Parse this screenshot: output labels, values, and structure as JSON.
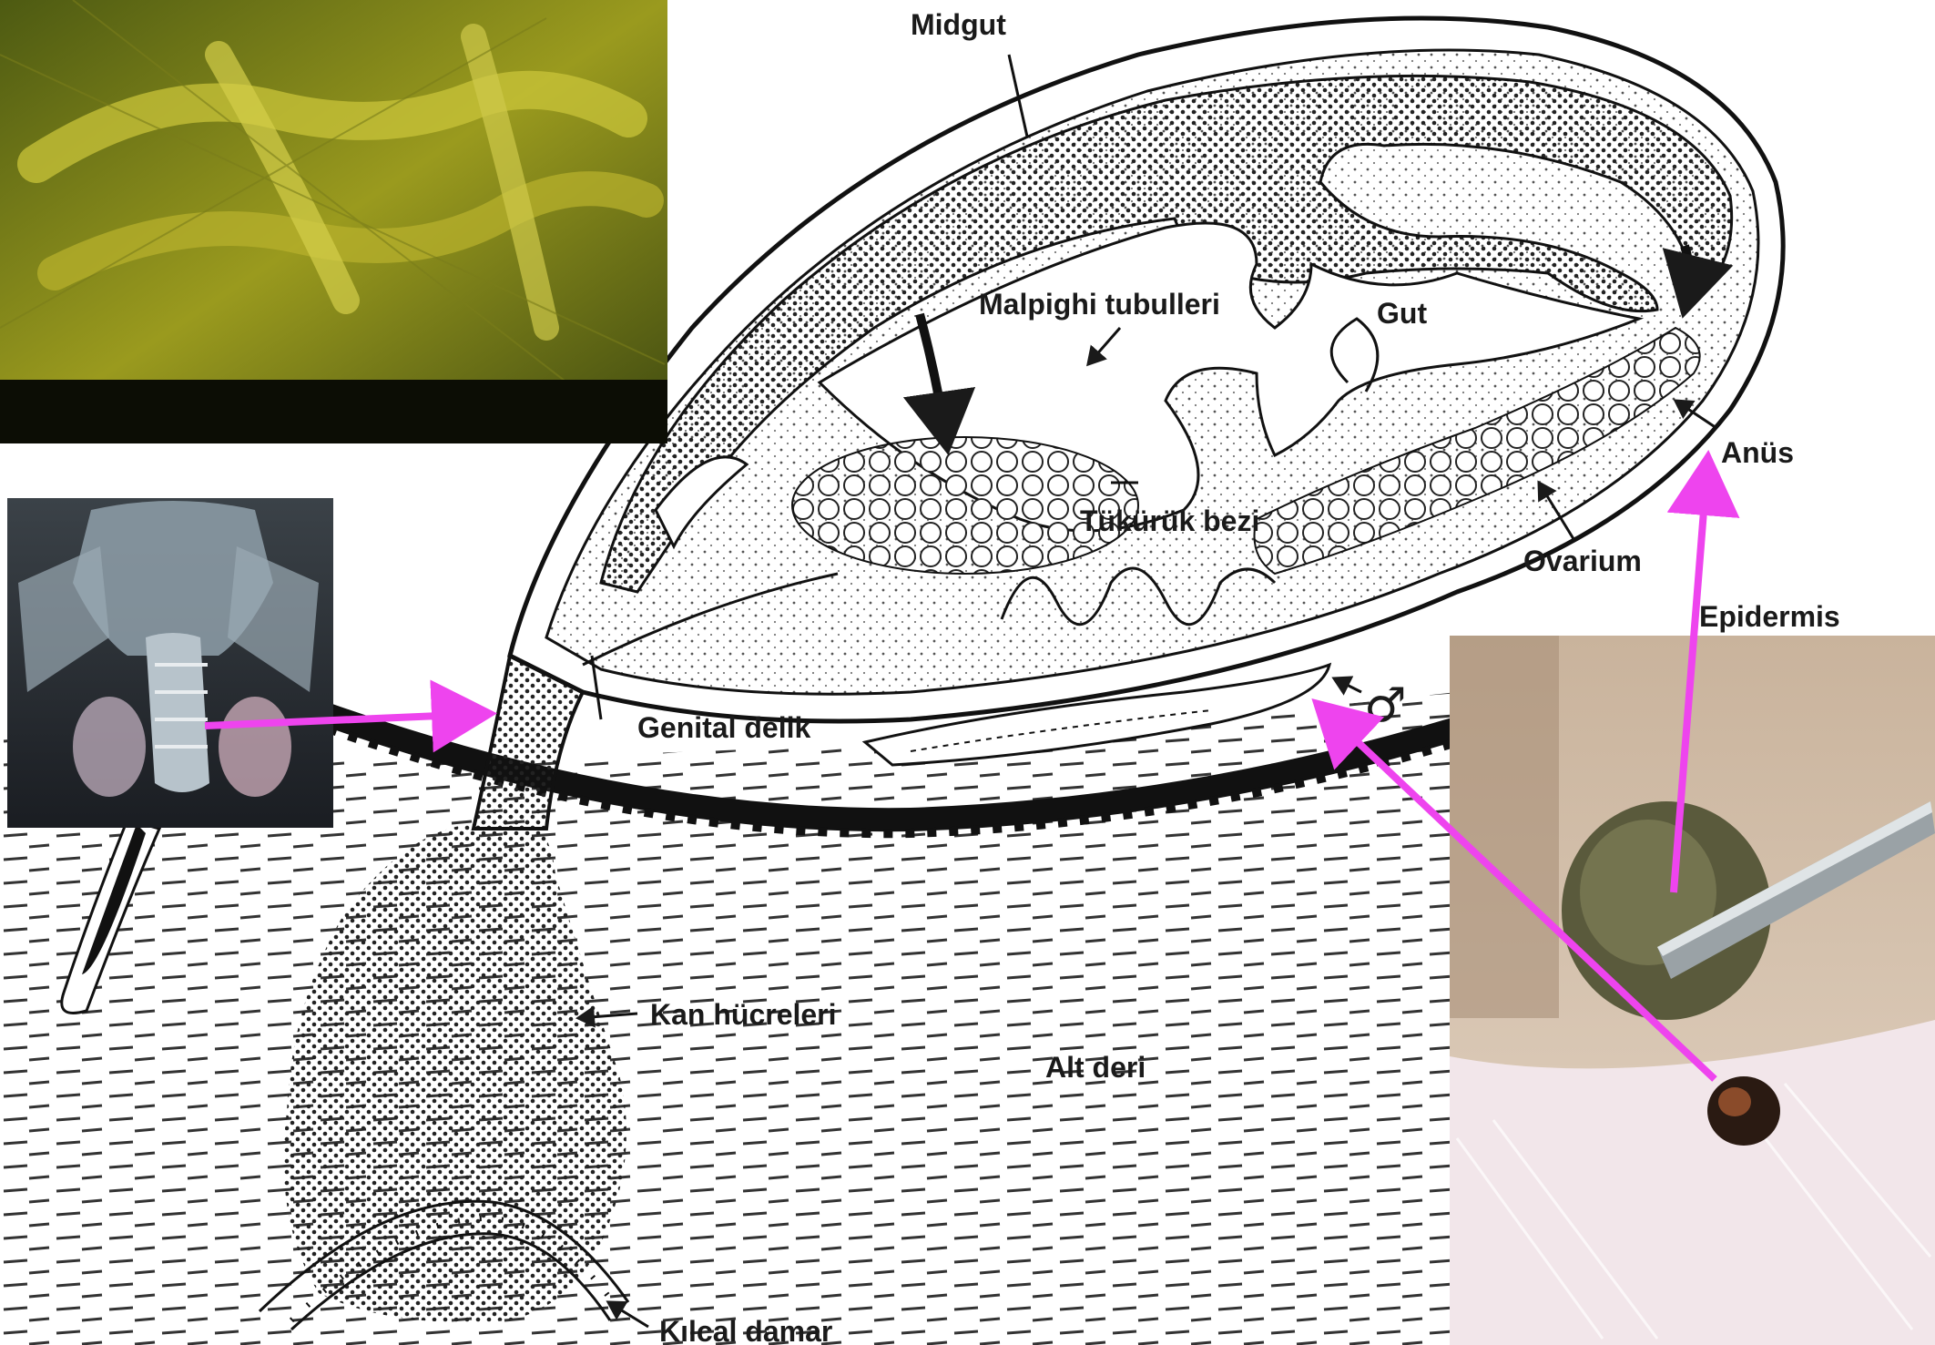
{
  "labels": {
    "midgut": "Midgut",
    "malpighi": "Malpighi tubulleri",
    "gut": "Gut",
    "anus": "Anüs",
    "tukuruk": "Tükürük bezi",
    "ovarium": "Ovarium",
    "epidermis": "Epidermis",
    "genital": "Genital delik",
    "male_symbol": "♂",
    "kan": "Kan hücreleri",
    "alt_deri": "Alt deri",
    "kilcal": "Kılcal damar"
  },
  "photos": {
    "top_left": "tick-legs-micrograph",
    "mid_left": "tick-mouthparts-sem",
    "right": "engorged-tick-on-skin-photo"
  },
  "colors": {
    "arrow": "#ee44ee",
    "ink": "#1a1a1a",
    "photo_green": "#8a8f1a",
    "sem_gray": "#8fa0aa",
    "skin": "#d8c4ae"
  }
}
